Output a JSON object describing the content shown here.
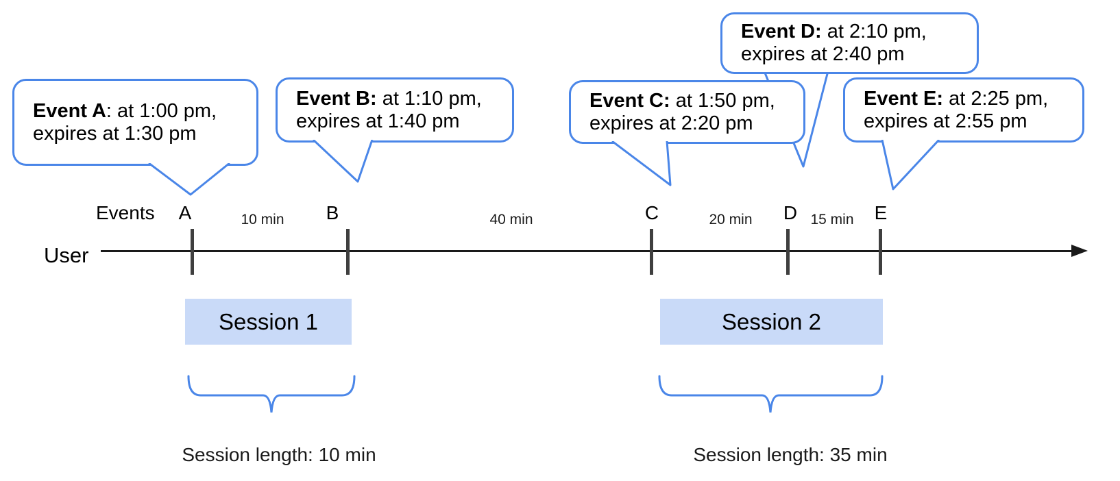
{
  "bubbles": [
    {
      "bold": "Event A",
      "rest": ": at 1:00 pm,",
      "line2": "expires at 1:30 pm"
    },
    {
      "bold": "Event B:",
      "rest": " at 1:10 pm,",
      "line2": "expires at 1:40 pm"
    },
    {
      "bold": "Event C:",
      "rest": " at 1:50 pm,",
      "line2": "expires at 2:20 pm"
    },
    {
      "bold": "Event D:",
      "rest": " at 2:10 pm,",
      "line2": "expires at 2:40 pm"
    },
    {
      "bold": "Event E:",
      "rest": " at 2:25 pm,",
      "line2": "expires at 2:55 pm"
    }
  ],
  "timeline": {
    "events_label": "Events",
    "user_label": "User",
    "tick_labels": [
      "A",
      "B",
      "C",
      "D",
      "E"
    ],
    "interval_labels": [
      "10 min",
      "40 min",
      "20 min",
      "15 min"
    ]
  },
  "sessions": [
    {
      "label": "Session 1",
      "length_label": "Session length: 10 min"
    },
    {
      "label": "Session 2",
      "length_label": "Session length: 35 min"
    }
  ],
  "colors": {
    "accent_blue": "#4a86e8",
    "session_fill": "#c9daf8",
    "tick_gray": "#3f3f3f",
    "line_black": "#1a1a1a"
  }
}
